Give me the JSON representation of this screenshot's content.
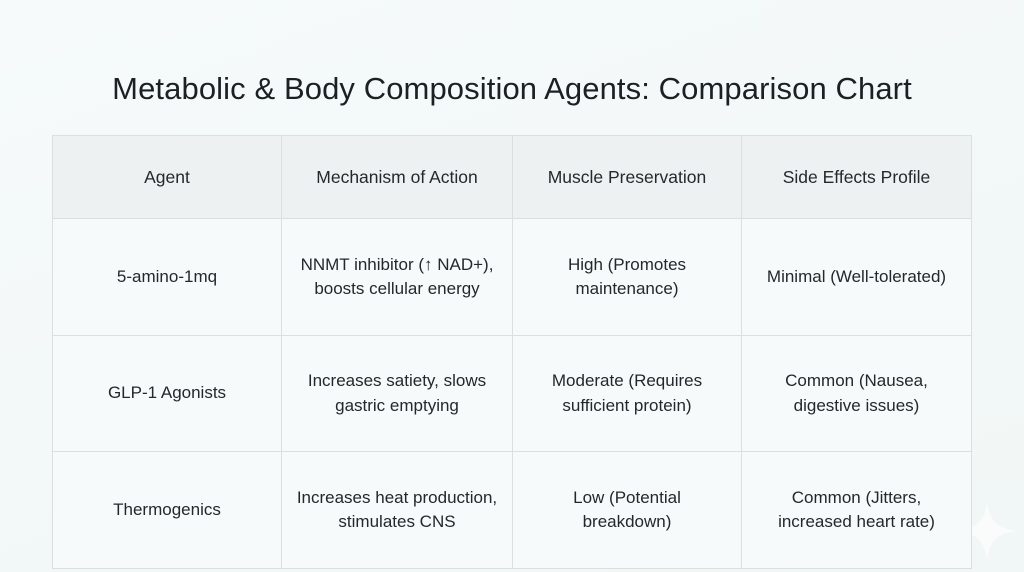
{
  "page": {
    "title": "Metabolic & Body Composition Agents: Comparison Chart",
    "background_color": "#f4f8f8"
  },
  "decorations": [
    {
      "name": "sparkle-bottom-right",
      "shape": "four-point-star",
      "color": "#ffffff"
    }
  ],
  "table": {
    "headers": [
      "Agent",
      "Mechanism of Action",
      "Muscle Preservation",
      "Side Effects Profile"
    ],
    "header_background": "#eef1f1",
    "rows": [
      {
        "agent": "5-amino-1mq",
        "mechanism": "NNMT inhibitor (↑ NAD+), boosts cellular energy",
        "muscle": "High (Promotes maintenance)",
        "muscle_color": "#d6ead7",
        "side_effects": "Minimal (Well-tolerated)",
        "side_effects_color": "#d6ead7"
      },
      {
        "agent": "GLP-1 Agonists",
        "mechanism": "Increases satiety, slows gastric emptying",
        "muscle": "Moderate (Requires sufficient protein)",
        "muscle_color": "#fbe8bf",
        "side_effects": "Common (Nausea, digestive issues)",
        "side_effects_color": "#fbe8bf"
      },
      {
        "agent": "Thermogenics",
        "mechanism": "Increases heat production, stimulates CNS",
        "muscle": "Low (Potential breakdown)",
        "muscle_color": "#f5cacb",
        "side_effects": "Common (Jitters, increased heart rate)",
        "side_effects_color": "#f5cacb"
      }
    ]
  }
}
